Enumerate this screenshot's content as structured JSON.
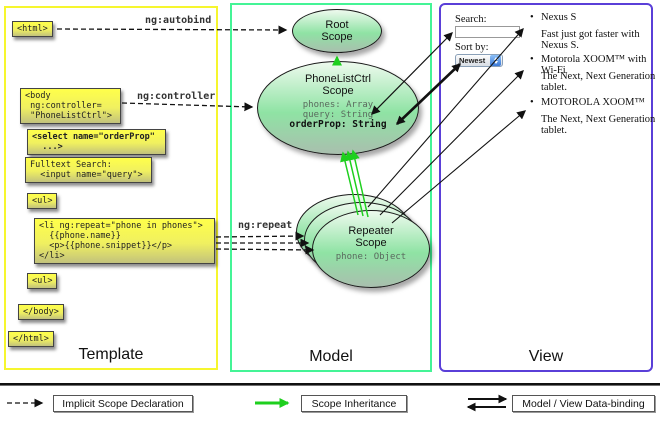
{
  "columns": {
    "template": "Template",
    "model": "Model",
    "view": "View"
  },
  "directives": {
    "autobind": "ng:autobind",
    "controller": "ng:controller",
    "repeat": "ng:repeat"
  },
  "template_code": {
    "html_open": "<html>",
    "body_open": "<body\n ng:controller=\n \"PhoneListCtrl\">",
    "select": "<select name=\"orderProp\"\n  ...>",
    "fulltext": "Fulltext Search:\n  <input name=\"query\">",
    "ul_open": "<ul>",
    "li_repeat": "<li ng:repeat=\"phone in phones\">\n  {{phone.name}}\n  <p>{{phone.snippet}}</p>\n</li>",
    "ul_close": "<ul>",
    "body_close": "</body>",
    "html_close": "</html>"
  },
  "model": {
    "root_scope": {
      "title": "Root\nScope"
    },
    "phonelist_scope": {
      "title": "PhoneListCtrl\nScope",
      "prop1": "phones: Array",
      "prop2": "query: String",
      "prop3": "orderProp: String"
    },
    "repeater_scope": {
      "title": "Repeater\nScope",
      "prop1": "phone: Object"
    }
  },
  "view": {
    "search_label": "Search:",
    "search_value": "",
    "sort_label": "Sort by:",
    "sort_value": "Newest",
    "items": [
      {
        "bullet": "•",
        "name": "Nexus S",
        "desc": "Fast just got faster with Nexus S."
      },
      {
        "bullet": "•",
        "name": "Motorola XOOM™ with Wi-Fi",
        "desc": "The Next, Next Generation tablet."
      },
      {
        "bullet": "•",
        "name": "MOTOROLA XOOM™",
        "desc": "The Next, Next Generation tablet."
      }
    ]
  },
  "legend": {
    "implicit": "Implicit Scope Declaration",
    "inheritance": "Scope Inheritance",
    "databinding": "Model / View Data-binding"
  },
  "colors": {
    "template-border": "#f6f62e",
    "model-border": "#44f496",
    "view-border": "#5a3fd8",
    "green-arrow": "#1ecf1e",
    "code-top": "#ffff4a",
    "code-bottom": "#c2c27c",
    "scope-top": "#eefaee",
    "scope-mid": "#8fe3a4",
    "scope-bottom": "#a9bfae"
  }
}
